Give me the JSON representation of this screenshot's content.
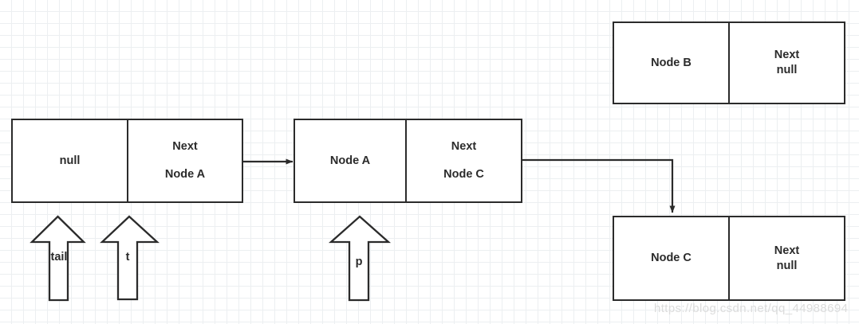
{
  "diagram": {
    "title": "Linked list insertion pointer diagram",
    "colors": {
      "stroke": "#2b2b2b",
      "box_fill": "#ffffff",
      "grid_minor": "#eceff1",
      "grid_major": "#e0e4e7",
      "watermark": "#dcdcdc"
    },
    "nodes": [
      {
        "id": "head-sentinel",
        "data_label": "null",
        "next_title": "Next",
        "next_value": "Node A",
        "spacing": "wide"
      },
      {
        "id": "node-a",
        "data_label": "Node A",
        "next_title": "Next",
        "next_value": "Node C",
        "spacing": "wide"
      },
      {
        "id": "node-b",
        "data_label": "Node B",
        "next_title": "Next",
        "next_value": "null",
        "spacing": "tight"
      },
      {
        "id": "node-c",
        "data_label": "Node C",
        "next_title": "Next",
        "next_value": "null",
        "spacing": "tight"
      }
    ],
    "pointers": [
      {
        "id": "tail",
        "label": "tail"
      },
      {
        "id": "t",
        "label": "t"
      },
      {
        "id": "p",
        "label": "p"
      }
    ],
    "connectors": [
      {
        "id": "sentinel-to-node-a",
        "type": "straight-arrow-right"
      },
      {
        "id": "node-a-to-node-c",
        "type": "elbow-arrow-down"
      }
    ],
    "watermark": "https://blog.csdn.net/qq_44988694"
  }
}
